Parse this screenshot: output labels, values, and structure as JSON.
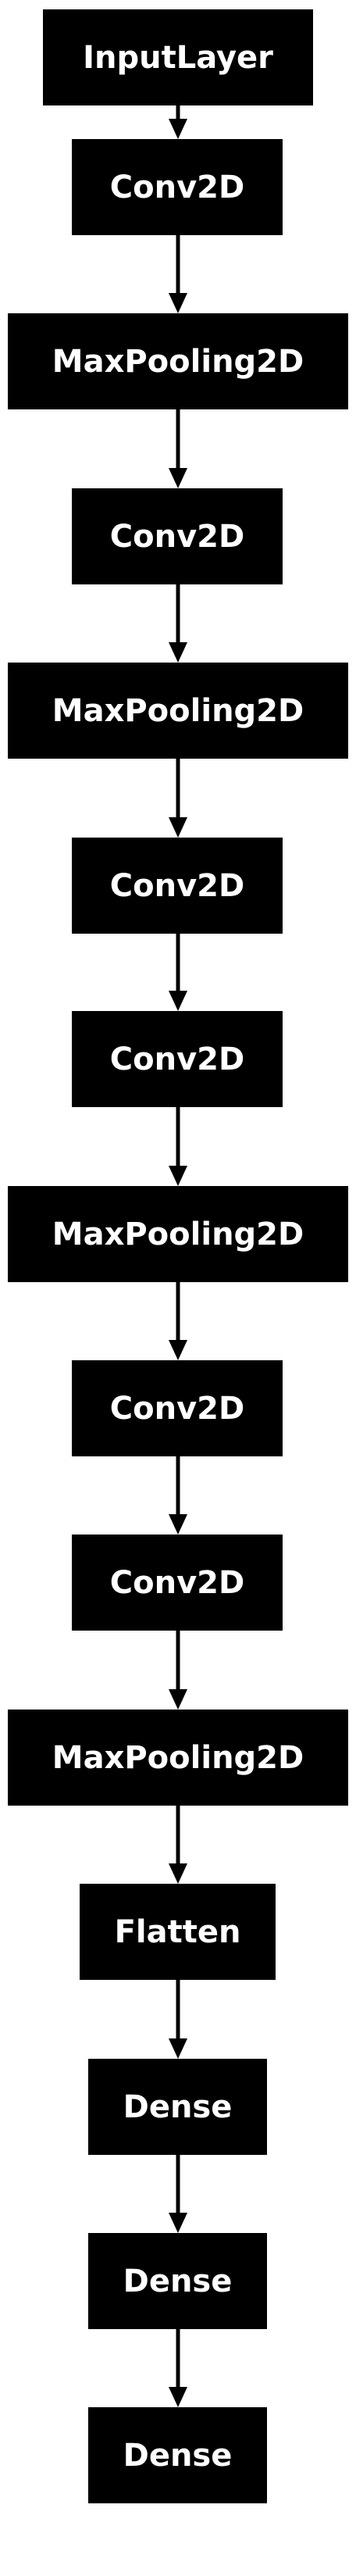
{
  "diagram": {
    "layers": [
      {
        "label": "InputLayer"
      },
      {
        "label": "Conv2D"
      },
      {
        "label": "MaxPooling2D"
      },
      {
        "label": "Conv2D"
      },
      {
        "label": "MaxPooling2D"
      },
      {
        "label": "Conv2D"
      },
      {
        "label": "Conv2D"
      },
      {
        "label": "MaxPooling2D"
      },
      {
        "label": "Conv2D"
      },
      {
        "label": "Conv2D"
      },
      {
        "label": "MaxPooling2D"
      },
      {
        "label": "Flatten"
      },
      {
        "label": "Dense"
      },
      {
        "label": "Dense"
      },
      {
        "label": "Dense"
      }
    ],
    "colors": {
      "node_fill": "#000000",
      "node_text": "#ffffff",
      "edge": "#000000",
      "background": "#ffffff"
    }
  }
}
